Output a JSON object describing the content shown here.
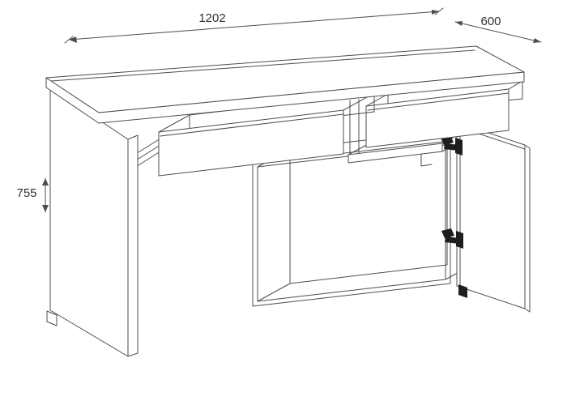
{
  "diagram": {
    "dimensions": {
      "width": {
        "label": "1202"
      },
      "depth": {
        "label": "600"
      },
      "height": {
        "label": "755"
      }
    },
    "colors": {
      "background": "#ffffff",
      "line": "#4d4d4d",
      "hardware": "#1e1e1e",
      "text": "#2f2f2f"
    }
  }
}
